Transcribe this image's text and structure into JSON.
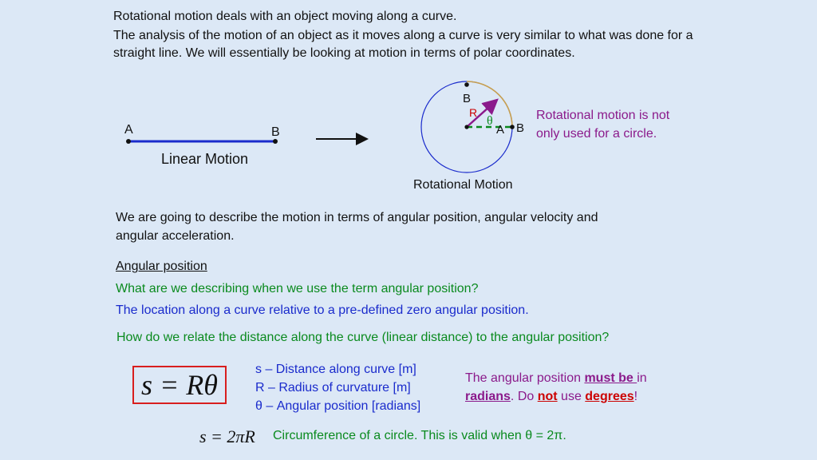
{
  "intro": {
    "line1": "Rotational motion deals with an object moving along a curve.",
    "line2": "The analysis of the motion of an object as it moves along a curve is very similar to what was done for a straight line.  We will essentially be looking at motion in terms of polar coordinates."
  },
  "diagram": {
    "linear_point_a": "A",
    "linear_point_b": "B",
    "linear_caption": "Linear Motion",
    "circle_point_b_top": "B",
    "circle_radius_label": "R",
    "circle_theta_label": "θ",
    "circle_point_a": "A",
    "circle_point_b_right": "B",
    "rotational_caption": "Rotational Motion",
    "note_line1": "Rotational motion is not",
    "note_line2": "only used for a circle."
  },
  "description": {
    "line1": "We are going to describe the motion in terms of angular position, angular velocity and",
    "line2": "angular acceleration."
  },
  "section": {
    "heading": "Angular position",
    "question1": "What are we describing when we use the term angular position?",
    "answer1": "The location along a curve relative to a pre-defined zero angular position.",
    "question2": "How do we relate the distance along the curve (linear distance) to the angular position?"
  },
  "formula": {
    "main": "s = Rθ",
    "def_s": "s – Distance along curve [m]",
    "def_r": "R – Radius of curvature [m]",
    "def_theta": "θ – Angular position [radians]",
    "circumference_formula": "s = 2πR",
    "circumference_note": "Circumference of a circle.  This is valid when θ = 2π."
  },
  "radians_note": {
    "part1": "The angular position ",
    "must_be": "must be ",
    "part2": "in",
    "radians": "radians",
    "part3": ".  Do ",
    "not": "not",
    "part4": " use ",
    "degrees": "degrees",
    "part5": "!"
  },
  "colors": {
    "background": "#dce8f6",
    "line_blue": "#1a2bcc",
    "green": "#0a8a1e",
    "purple": "#8b1a8b",
    "red": "#cc0000",
    "arc_tan": "#c8a050"
  }
}
